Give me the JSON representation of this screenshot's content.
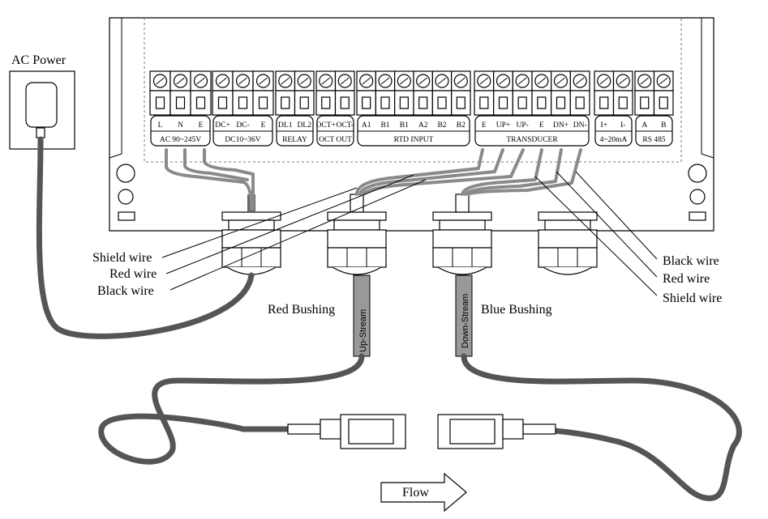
{
  "title_ac_power": "AC Power",
  "terminal_groups": [
    {
      "name": "AC 90~245V",
      "pins": [
        "L",
        "N",
        "E"
      ]
    },
    {
      "name": "DC10~36V",
      "pins": [
        "DC+",
        "DC-",
        "E"
      ]
    },
    {
      "name": "RELAY",
      "pins": [
        "DL1",
        "DL2"
      ]
    },
    {
      "name": "OCT OUT",
      "pins": [
        "OCT+",
        "OCT-"
      ]
    },
    {
      "name": "RTD INPUT",
      "pins": [
        "A1",
        "B1",
        "B1",
        "A2",
        "B2",
        "B2"
      ]
    },
    {
      "name": "TRANSDUCER",
      "pins": [
        "E",
        "UP+",
        "UP-",
        "E",
        "DN+",
        "DN-"
      ]
    },
    {
      "name": "4~20mA",
      "pins": [
        "I+",
        "I-"
      ]
    },
    {
      "name": "RS 485",
      "pins": [
        "A",
        "B"
      ]
    }
  ],
  "left_labels": {
    "shield": "Shield wire",
    "red": "Red wire",
    "black": "Black wire"
  },
  "right_labels": {
    "black": "Black wire",
    "red": "Red wire",
    "shield": "Shield wire"
  },
  "red_bushing": "Red Bushing",
  "blue_bushing": "Blue Bushing",
  "upstream": "Up-Stream",
  "downstream": "Down-Stream",
  "flow": "Flow"
}
